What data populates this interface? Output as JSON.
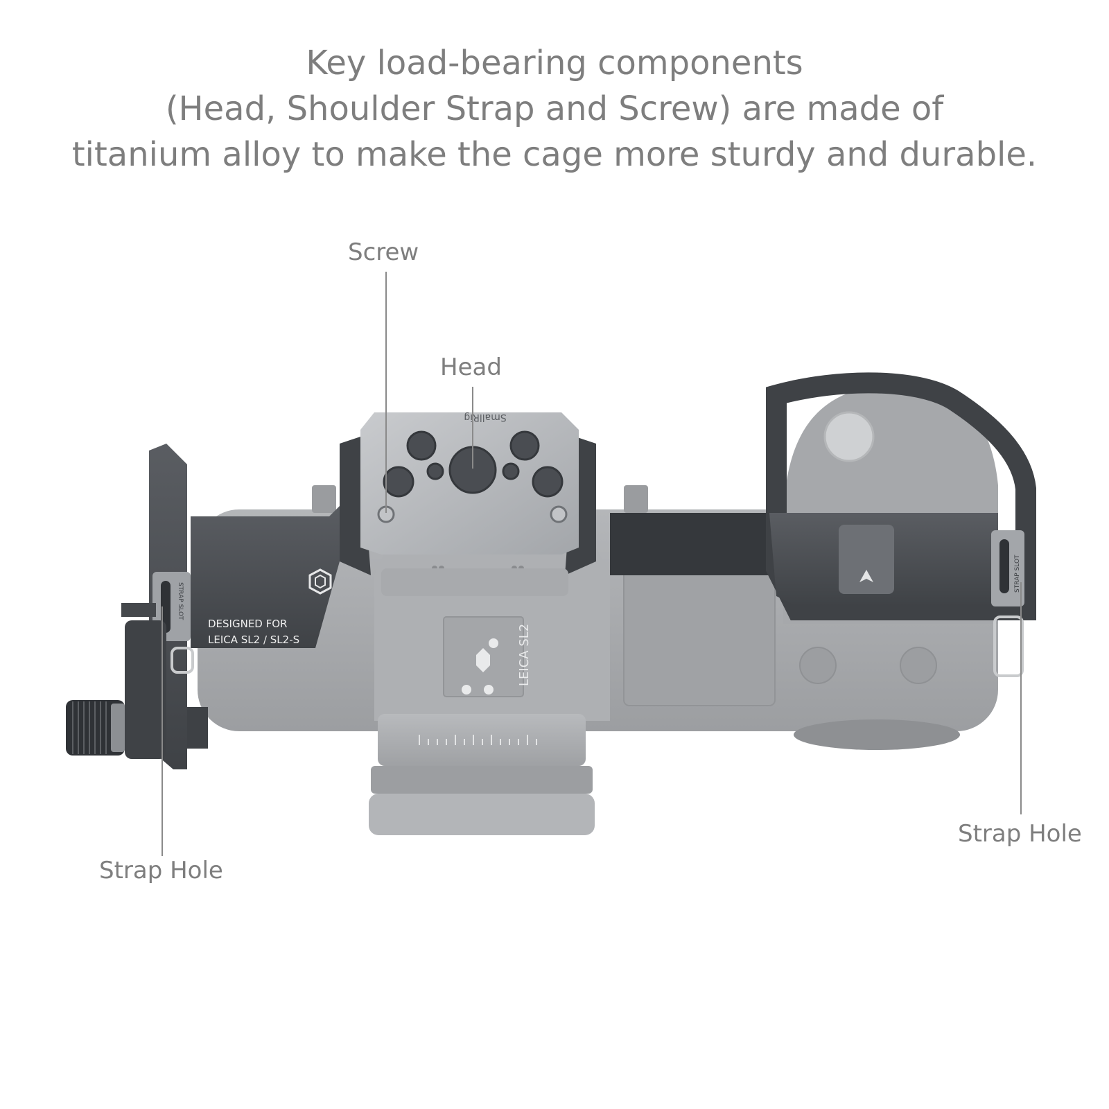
{
  "headline": {
    "lines": [
      "Key load-bearing components",
      "(Head, Shoulder Strap and Screw) are made of",
      "titanium alloy to make the cage more sturdy and durable."
    ]
  },
  "callouts": {
    "screw": "Screw",
    "head": "Head",
    "strap_hole_left": "Strap Hole",
    "strap_hole_right": "Strap Hole"
  },
  "product_markings": {
    "designed_for_line1": "DESIGNED FOR",
    "designed_for_line2": "LEICA SL2 / SL2-S",
    "camera_model": "LEICA SL2",
    "strap_slot_left": "STRAP SLOT",
    "strap_slot_right": "STRAP SLOT",
    "brand_engraving": "SmallRig"
  },
  "colors": {
    "text": "#7e7e7e",
    "cage_dark": "#4a4d52",
    "camera_body": "#a9abae",
    "leader_line": "#8a8a8a"
  }
}
